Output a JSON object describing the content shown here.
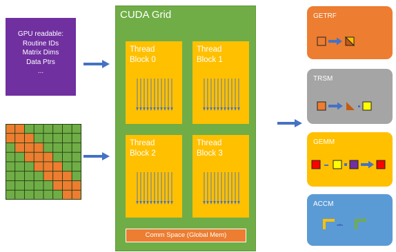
{
  "info_panel": {
    "lines": [
      "GPU readable:",
      "Routine IDs",
      "Matrix Dims",
      "Data Ptrs",
      "..."
    ]
  },
  "grid": {
    "title": "CUDA Grid",
    "thread_blocks": [
      {
        "line1": "Thread",
        "line2": "Block 0"
      },
      {
        "line1": "Thread",
        "line2": "Block 1"
      },
      {
        "line1": "Thread",
        "line2": "Block 2"
      },
      {
        "line1": "Thread",
        "line2": "Block 3"
      }
    ],
    "comm_space": "Comm Space (Global Mem)"
  },
  "routines": [
    {
      "name": "GETRF",
      "color": "#ed7d31"
    },
    {
      "name": "TRSM",
      "color": "#a5a5a5"
    },
    {
      "name": "GEMM",
      "color": "#ffc000"
    },
    {
      "name": "ACCM",
      "color": "#5b9bd5"
    }
  ],
  "colors": {
    "arrow": "#4472c4",
    "matrix_green": "#70ad47",
    "matrix_orange": "#ed7d31",
    "gemm_red": "#ff0000",
    "gemm_yellow": "#ffff00",
    "gemm_purple": "#7030a0"
  }
}
